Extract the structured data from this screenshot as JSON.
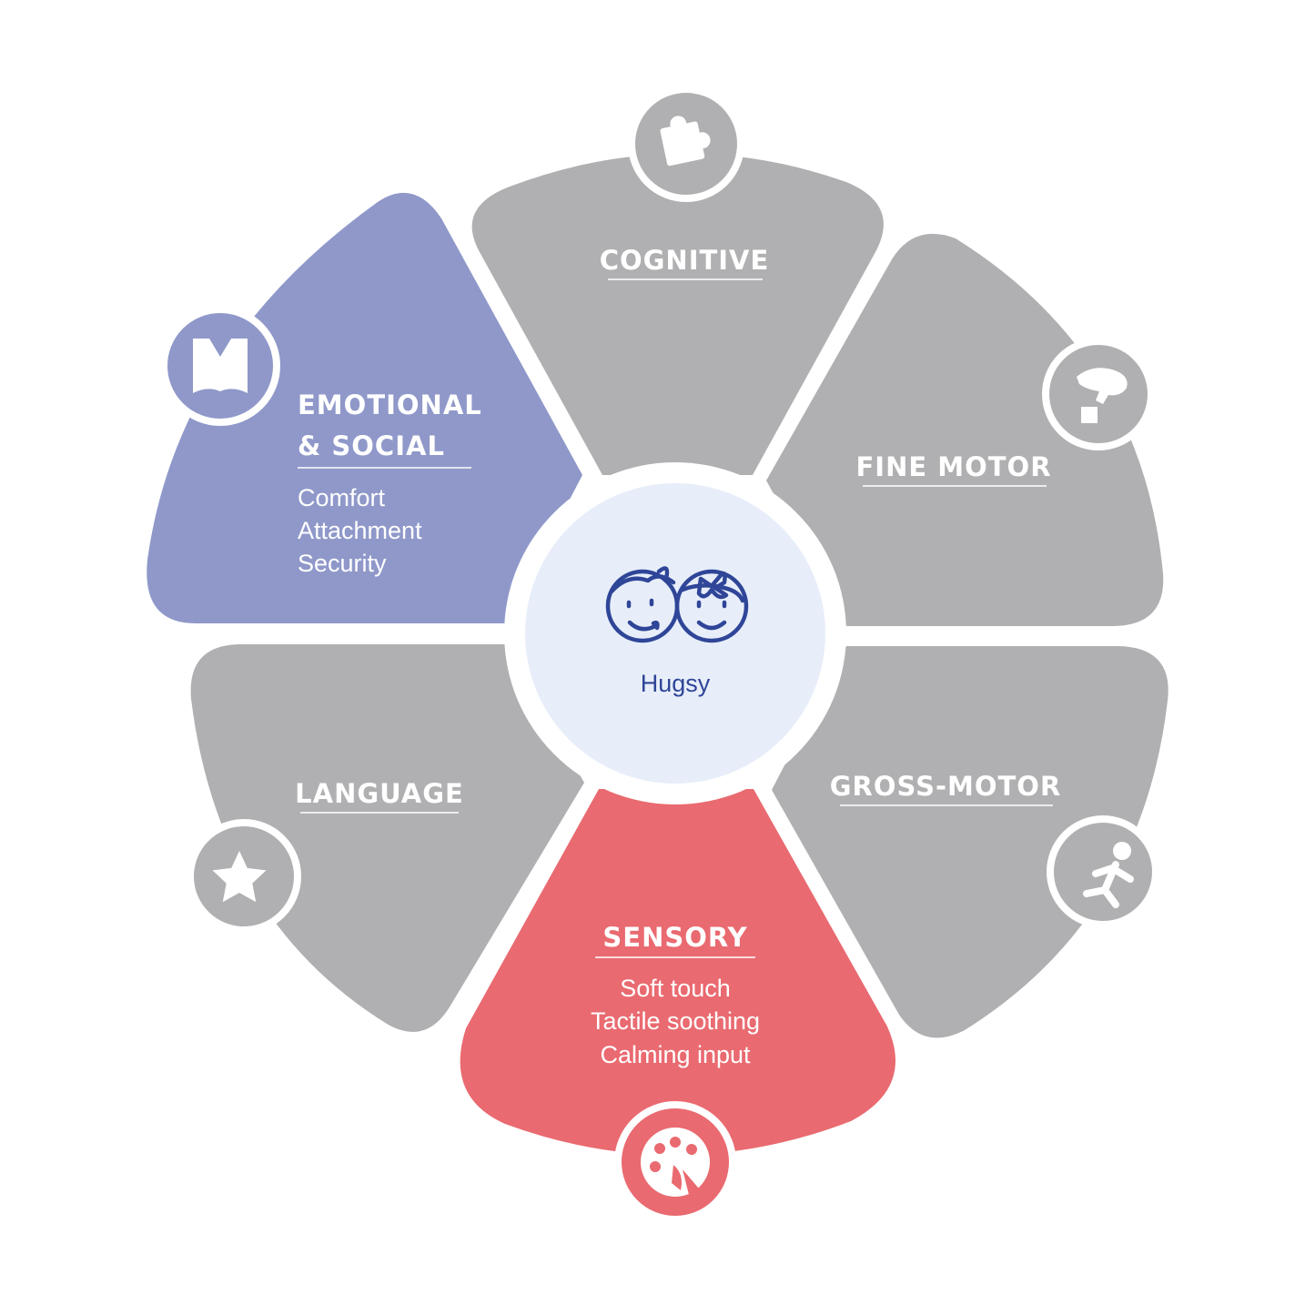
{
  "colors": {
    "neutral": "#b0b0b2",
    "emotional": "#8f98c9",
    "sensory": "#e96a70",
    "center": "#e7eef9",
    "center_ink": "#2f4598",
    "gap": "#ffffff"
  },
  "center": {
    "label": "Hugsy",
    "icon": "two-kids-faces-icon"
  },
  "segments": [
    {
      "id": "cognitive",
      "title_lines": [
        "COGNITIVE"
      ],
      "body": [],
      "icon": "puzzle-piece-icon",
      "highlight": false
    },
    {
      "id": "fine-motor",
      "title_lines": [
        "FINE MOTOR"
      ],
      "body": [],
      "icon": "hand-block-icon",
      "highlight": false
    },
    {
      "id": "gross-motor",
      "title_lines": [
        "GROSS-MOTOR"
      ],
      "body": [],
      "icon": "running-figure-icon",
      "highlight": false
    },
    {
      "id": "sensory",
      "title_lines": [
        "SENSORY"
      ],
      "body": [
        "Soft touch",
        "Tactile soothing",
        "Calming input"
      ],
      "icon": "paint-palette-icon",
      "highlight": true
    },
    {
      "id": "language",
      "title_lines": [
        "LANGUAGE"
      ],
      "body": [],
      "icon": "star-icon",
      "highlight": false
    },
    {
      "id": "emotional-social",
      "title_lines": [
        "EMOTIONAL",
        "& SOCIAL"
      ],
      "body": [
        "Comfort",
        "Attachment",
        "Security"
      ],
      "icon": "open-book-icon",
      "highlight": true
    }
  ]
}
